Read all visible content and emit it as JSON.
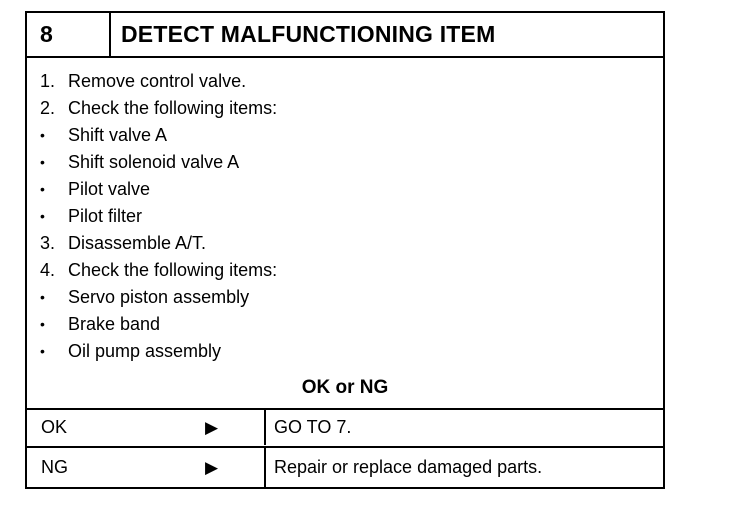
{
  "header": {
    "step_number": "8",
    "title": "DETECT MALFUNCTIONING ITEM"
  },
  "steps": [
    {
      "marker": "1.",
      "text": "Remove control valve."
    },
    {
      "marker": "2.",
      "text": "Check the following items:"
    },
    {
      "marker": "•",
      "text": "Shift valve A"
    },
    {
      "marker": "•",
      "text": "Shift solenoid valve A"
    },
    {
      "marker": "•",
      "text": "Pilot valve"
    },
    {
      "marker": "•",
      "text": "Pilot filter"
    },
    {
      "marker": "3.",
      "text": "Disassemble A/T."
    },
    {
      "marker": "4.",
      "text": "Check the following items:"
    },
    {
      "marker": "•",
      "text": "Servo piston assembly"
    },
    {
      "marker": "•",
      "text": "Brake band"
    },
    {
      "marker": "•",
      "text": "Oil pump assembly"
    }
  ],
  "result_heading": "OK or NG",
  "results": {
    "ok": {
      "label": "OK",
      "arrow": "▶",
      "action": "GO TO 7."
    },
    "ng": {
      "label": "NG",
      "arrow": "▶",
      "action": "Repair or replace damaged parts."
    }
  }
}
